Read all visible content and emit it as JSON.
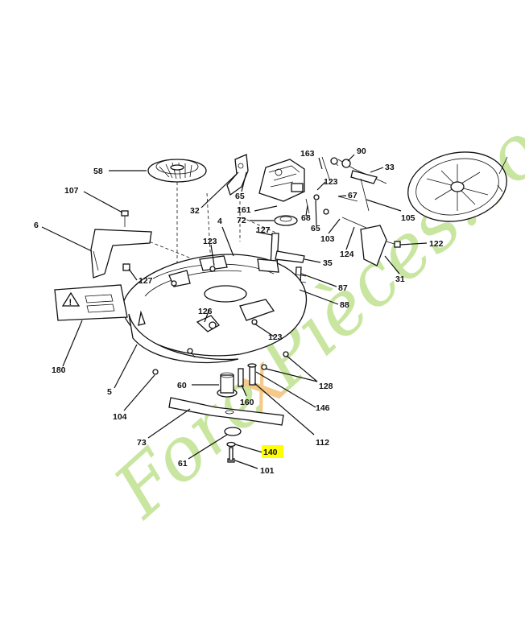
{
  "diagram": {
    "highlight_color": "#ffff00",
    "watermark": {
      "prefix": "Fore",
      "letter": "x",
      "suffix": "Pièces.com",
      "color_green": "#c8e6a0",
      "color_orange": "#f5c98a"
    },
    "labels": {
      "l58": "58",
      "l107": "107",
      "l6": "6",
      "l32": "32",
      "l65a": "65",
      "l163": "163",
      "l90": "90",
      "l33": "33",
      "l123a": "123",
      "l67": "67",
      "l161": "161",
      "l72": "72",
      "l68": "68",
      "l105": "105",
      "l127a": "127",
      "l65b": "65",
      "l103": "103",
      "l122": "122",
      "l4": "4",
      "l123b": "123",
      "l124": "124",
      "l35": "35",
      "l31": "31",
      "l127b": "127",
      "l87": "87",
      "l88": "88",
      "l126": "126",
      "l180": "180",
      "l123c": "123",
      "l5": "5",
      "l128": "128",
      "l60": "60",
      "l146": "146",
      "l160": "160",
      "l104": "104",
      "l112": "112",
      "l73": "73",
      "l140": "140",
      "l61": "61",
      "l101": "101"
    }
  }
}
